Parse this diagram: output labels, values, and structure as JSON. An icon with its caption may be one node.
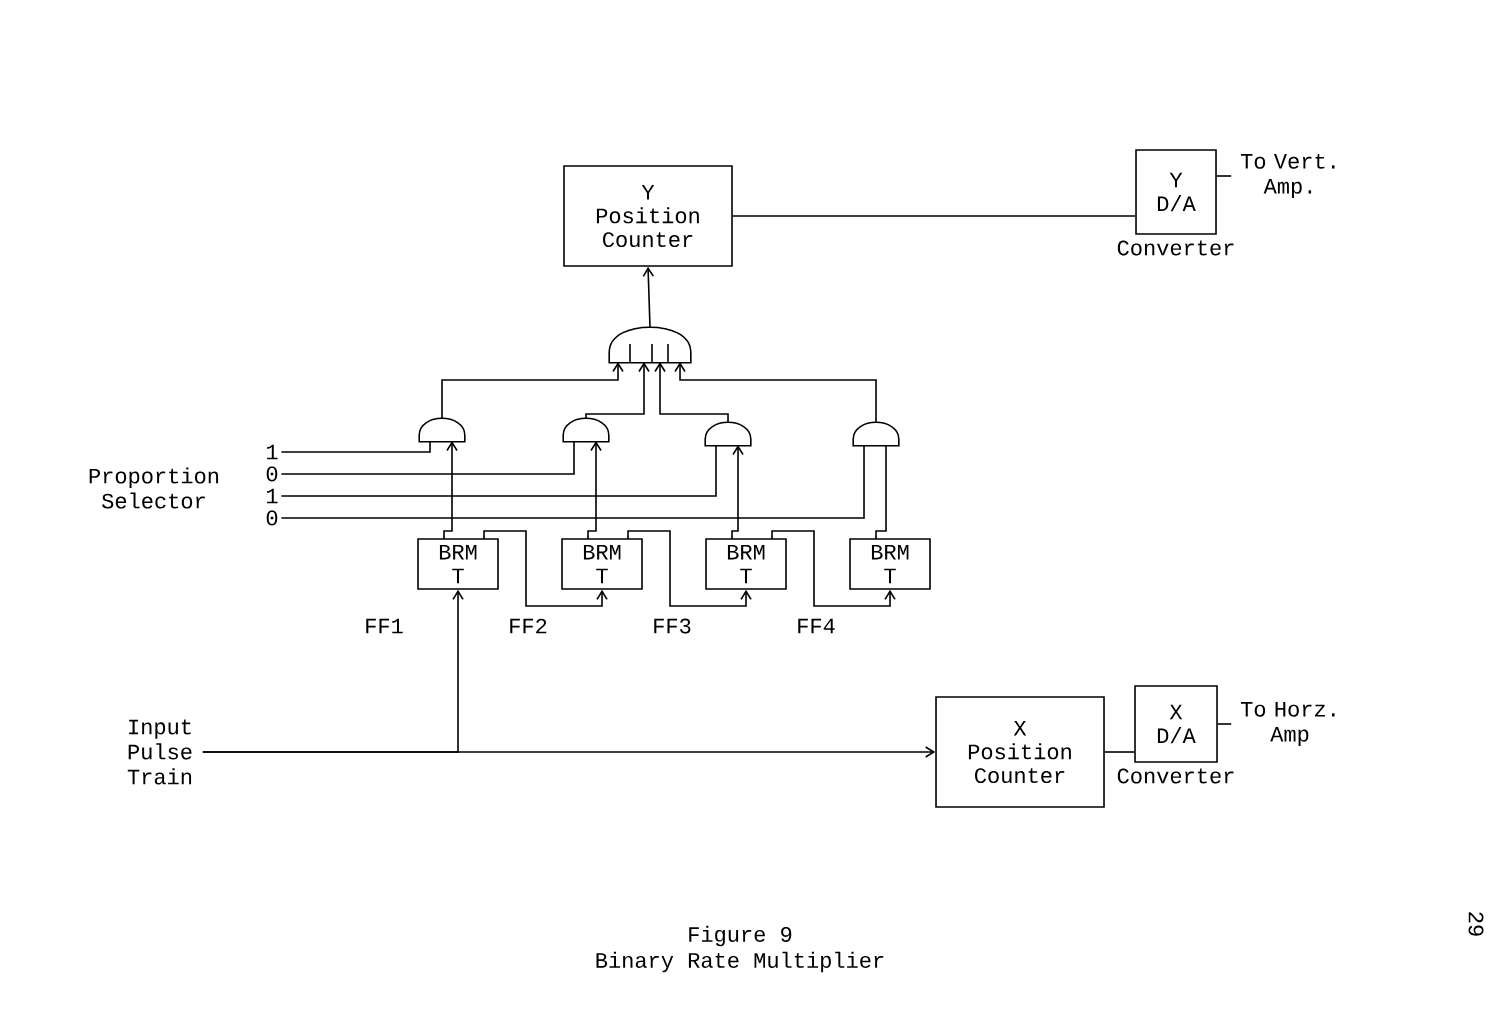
{
  "diagram": {
    "title": "Figure 9",
    "caption": "Binary Rate Multiplier",
    "nodes": [
      {
        "text": [
          "Y Position Counter"
        ]
      },
      {
        "text": [
          "Y D/A"
        ],
        "beside": [
          "Converter"
        ]
      },
      {
        "text": [
          "To Vert. Amp."
        ]
      },
      {
        "text": [],
        "shape": "gate"
      },
      {
        "text": [],
        "shape": "gate"
      },
      {
        "text": [],
        "shape": "gate"
      },
      {
        "text": [],
        "shape": "gate"
      },
      {
        "text": [],
        "shape": "gate"
      },
      {
        "text": [
          "1"
        ]
      },
      {
        "text": [
          "0"
        ]
      },
      {
        "text": [
          "1"
        ]
      },
      {
        "text": [
          "0"
        ]
      },
      {
        "text": [
          "BRM T"
        ],
        "beside": [
          "FF1"
        ]
      },
      {
        "text": [
          "BRM T"
        ],
        "beside": [
          "FF2"
        ]
      },
      {
        "text": [
          "BRM T"
        ],
        "beside": [
          "FF3"
        ]
      },
      {
        "text": [
          "BRM T"
        ],
        "beside": [
          "FF4"
        ]
      },
      {
        "text": [
          "Input Pulse Train"
        ]
      },
      {
        "text": [
          "X Position Counter"
        ]
      },
      {
        "text": [
          "X D/A"
        ],
        "beside": [
          "Converter"
        ]
      },
      {
        "text": [
          "To Horz. Amp"
        ]
      }
    ],
    "edges": [
      {
        "from": 3,
        "to": 0,
        "arrow": "to"
      },
      {
        "from": 0,
        "to": 1,
        "arrow": "none"
      },
      {
        "from": 1,
        "to": 2,
        "arrow": "none"
      },
      {
        "from": 4,
        "to": 3,
        "arrow": "to"
      },
      {
        "from": 5,
        "to": 3,
        "arrow": "to"
      },
      {
        "from": 6,
        "to": 3,
        "arrow": "to"
      },
      {
        "from": 7,
        "to": 3,
        "arrow": "to"
      },
      {
        "from": 8,
        "to": 4,
        "arrow": "none"
      },
      {
        "from": 9,
        "to": 5,
        "arrow": "none"
      },
      {
        "from": 10,
        "to": 6,
        "arrow": "none"
      },
      {
        "from": 11,
        "to": 7,
        "arrow": "none"
      },
      {
        "from": 12,
        "to": 4,
        "arrow": "to"
      },
      {
        "from": 13,
        "to": 5,
        "arrow": "to"
      },
      {
        "from": 14,
        "to": 6,
        "arrow": "to"
      },
      {
        "from": 15,
        "to": 7,
        "arrow": "none"
      },
      {
        "from": 12,
        "to": 13,
        "arrow": "to"
      },
      {
        "from": 13,
        "to": 14,
        "arrow": "to"
      },
      {
        "from": 14,
        "to": 15,
        "arrow": "to"
      },
      {
        "from": 16,
        "to": 17,
        "arrow": "to"
      },
      {
        "from": 16,
        "to": 12,
        "arrow": "to"
      },
      {
        "from": 17,
        "to": 18,
        "arrow": "none"
      },
      {
        "from": 18,
        "to": 19,
        "arrow": "none"
      }
    ],
    "labels": [
      "Proportion Selector",
      "29"
    ]
  }
}
